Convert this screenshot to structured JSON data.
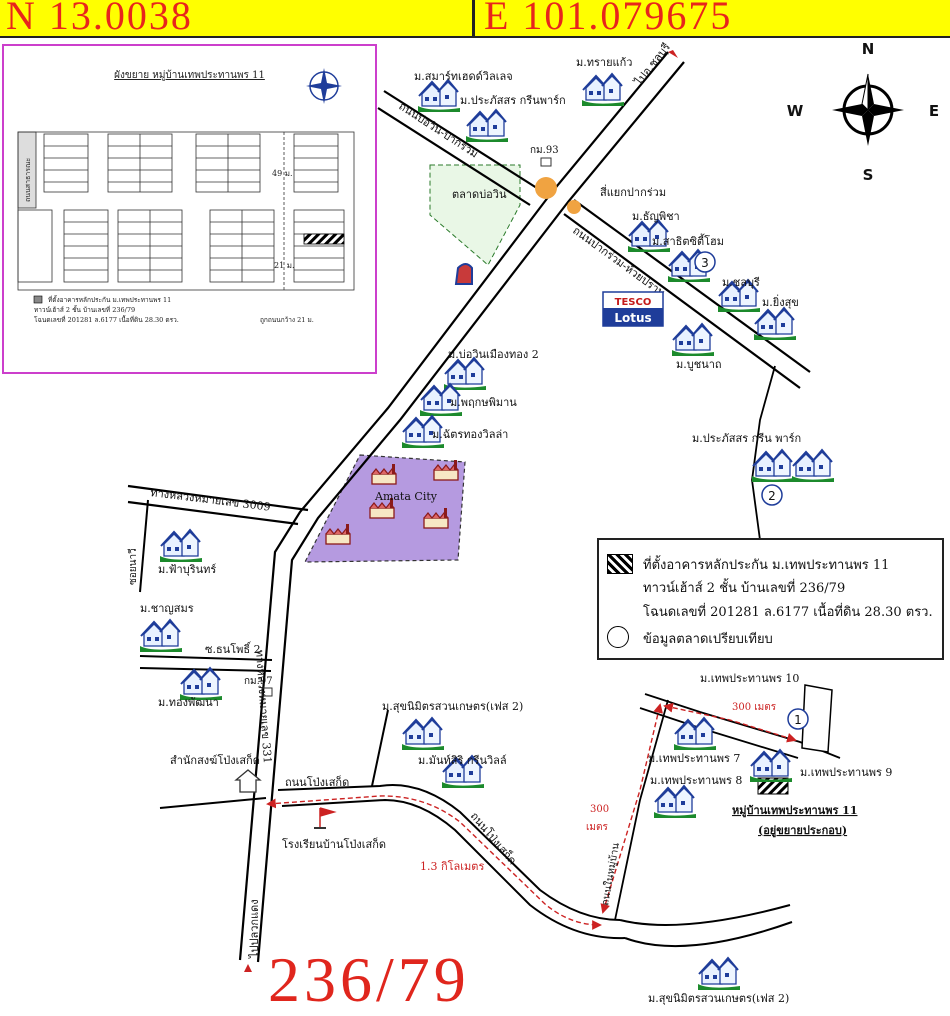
{
  "coordinates": {
    "north": "N 13.0038",
    "east": "E 101.079675"
  },
  "compass": {
    "n": "N",
    "s": "S",
    "e": "E",
    "w": "W"
  },
  "footer_title": "236/79",
  "legend": {
    "row1": "ที่ตั้งอาคารหลักประกัน ม.เทพประทานพร 11",
    "row2": "ทาวน์เฮ้าส์ 2 ชั้น บ้านเลขที่ 236/79",
    "row3": "โฉนดเลขที่ 201281 ล.6177 เนื้อที่ดิน 28.30 ตรว.",
    "row4": "ข้อมูลตลาดเปรียบเทียบ"
  },
  "inset": {
    "title": "ผังขยาย หมู่บ้านเทพประทานพร 11",
    "label_49": "49 ม.",
    "label_21": "21 ม.",
    "label_road": "ถนนสาธารณะ",
    "note_line1": "ที่ตั้งอาคารหลักประกัน ม.เทพประทานพร 11",
    "note_line2": "ทาวน์เฮ้าส์ 2 ชั้น บ้านเลขที่ 236/79",
    "note_line3": "โฉนดเลขที่ 201281 ล.6177 เนื้อที่ดิน 28.30 ตรว.",
    "width_note": "ถูกถนนกว้าง 21 ม."
  },
  "roads": {
    "to_chonburi": "ไปอ.ชลบุรี",
    "highway_331": "ทางหลวงหมายเลข 331",
    "to_pluakdaeng": "ไปปลวกแดง",
    "rd_bowin_pakruam": "ถนนบ่อวิน-ปากร่วม",
    "rd_pakruam_huaiprab": "ถนนปากร่วม-ห้วยปราบ",
    "highway_3009": "ทางหลวงหมายเลข 3009",
    "soi_natee": "ซอยนาวี",
    "soi_thanphochi2": "ซ.ธนโพธิ์ 2",
    "rd_pongsaket_1": "ถนนโป่งเสก็ด",
    "rd_pongsaket_2": "ถนนโป่งเสก็ด",
    "rd_local": "ถนนในหมู่บ้าน"
  },
  "places": {
    "smart_village": "ม.สมาร์ทเฮดด์วิลเลจ",
    "sai_kaeo": "ม.ทรายแก้ว",
    "prasatsorn_green": "ม.ประภัสสร กรีนพาร์ก",
    "km93": "กม.93",
    "pakruam_junction": "สี่แยกปากร่วม",
    "bowin_market": "ตลาดบ่อวิน",
    "thanyapisha": "ม.ธัญพิชา",
    "sathit_city_home": "ม.สาธิตซิตี้โฮม",
    "chonburi_vil": "ม.ชลบุรี",
    "yingsuk": "ม.ยิ่งสุข",
    "tesco": "TESCO",
    "lotus": "Lotus",
    "bucha": "ม.บูชนาถ",
    "prasatsorn_green2": "ม.ประภัสสร กรีน พาร์ก",
    "bowin_muangthong2": "ม.บ่อวินเมืองทอง 2",
    "pruksa_phiman": "ม.พฤกษพิมาน",
    "chatra_villa": "ม.ฉัตรทองวิลล่า",
    "amata_city": "Amata  City",
    "fah_burin": "ม.ฟ้าบุรินทร์",
    "chanyasamon": "ม.ชาญสมร",
    "km97": "กม.97",
    "thong_phatthana": "ม.ทองพัฒนา",
    "monk_office": "สำนักสงฆ์โป่งเสก็ด",
    "school": "โรงเรียนบ้านโป่งเสก็ด",
    "suksomsuan_2": "ม.สุขนิมิตรสวนเกษตร(เฟส 2)",
    "monthon_green": "ม.มันท์สิริ กรีนวิลล์",
    "thepprathan10": "ม.เทพประทานพร 10",
    "thepprathan7": "ม.เทพประทานพร 7",
    "thepprathan8": "ม.เทพประทานพร 8",
    "thepprathan9": "ม.เทพประทานพร 9",
    "thepprathan11": "หมู่บ้านเทพประทานพร 11",
    "thepprathan11_sub": "(อยู่ขยายประกอบ)",
    "suksomsuan_2b": "ม.สุขนิมิตรสวนเกษตร(เฟส 2)"
  },
  "distances": {
    "d300_top": "300 เมตร",
    "d300_side_a": "300",
    "d300_side_b": "เมตร",
    "d1_3km": "1.3 กิโลเมตร"
  },
  "markers": {
    "m1": "1",
    "m2": "2",
    "m3": "3"
  }
}
